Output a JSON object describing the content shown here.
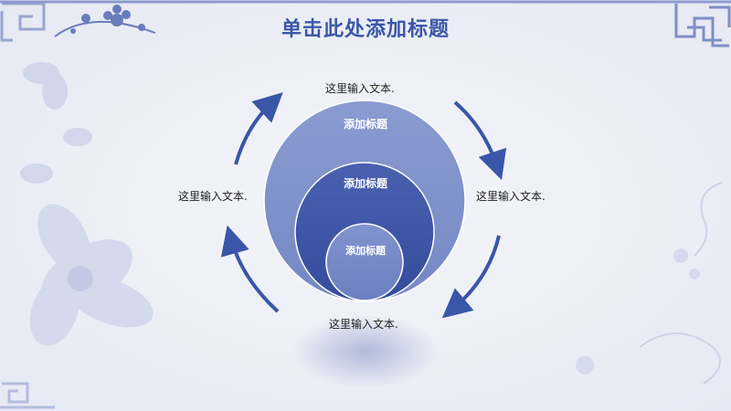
{
  "slide": {
    "title": "单击此处添加标题"
  },
  "diagram": {
    "labels": {
      "top": "这里输入文本.",
      "left": "这里输入文本.",
      "right": "这里输入文本.",
      "bottom": "这里输入文本."
    },
    "circles": {
      "outer": "添加标题",
      "middle": "添加标题",
      "inner": "添加标题"
    }
  },
  "colors": {
    "title": "#3a56a8",
    "outer_circle": "#8092c8",
    "middle_circle": "#3f55a4",
    "inner_circle": "#7285c2",
    "arrow": "#3a56a8",
    "background": "#eef0f7"
  }
}
